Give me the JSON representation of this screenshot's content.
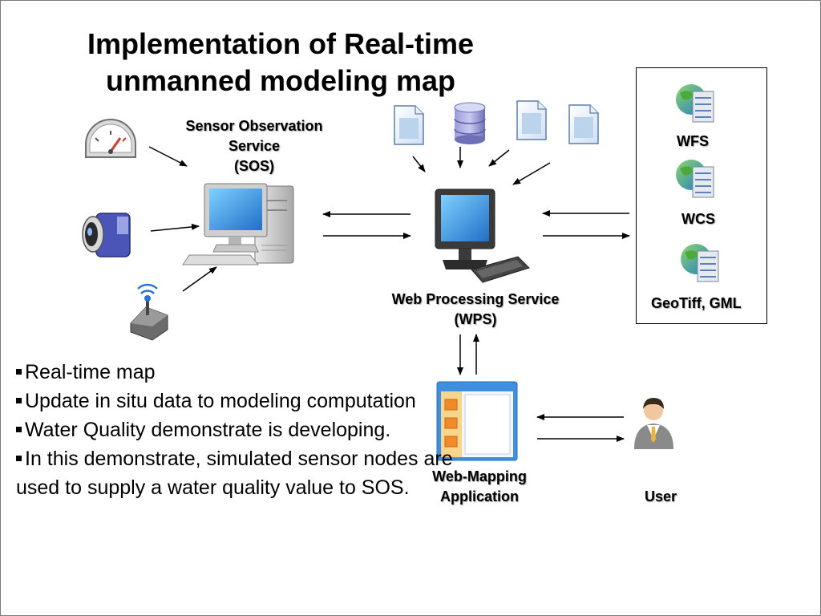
{
  "title": {
    "line1": "Implementation of  Real-time",
    "line2": "unmanned modeling map"
  },
  "nodes": {
    "sos": {
      "line1": "Sensor Observation",
      "line2": "Service",
      "line3": "(SOS)"
    },
    "wps": {
      "line1": "Web Processing Service",
      "line2": "(WPS)"
    },
    "web_mapping": {
      "line1": "Web-Mapping",
      "line2": "Application"
    },
    "user": {
      "label": "User"
    }
  },
  "services": [
    "WFS",
    "WCS",
    "GeoTiff, GML"
  ],
  "bullets": [
    "Real-time map",
    "Update in situ data to modeling computation",
    "Water Quality demonstrate is developing.",
    "In this demonstrate, simulated sensor nodes are used to supply a water quality value to SOS."
  ],
  "colors": {
    "monitor_blue": "#2f88d8",
    "globe_green": "#3fa63a",
    "database_purple": "#7d7fc4",
    "app_orange": "#f08a2a"
  },
  "icons": {
    "sensors": [
      "gauge-icon",
      "camera-icon",
      "wireless-sensor-icon"
    ],
    "data_sources": [
      "document-icon",
      "database-icon",
      "document-icon",
      "document-icon"
    ],
    "computers": [
      "sos-computer-icon",
      "wps-computer-icon"
    ],
    "services": [
      "globe-server-icon",
      "globe-server-icon",
      "globe-server-icon"
    ],
    "application": "web-app-window-icon",
    "user": "user-icon"
  }
}
